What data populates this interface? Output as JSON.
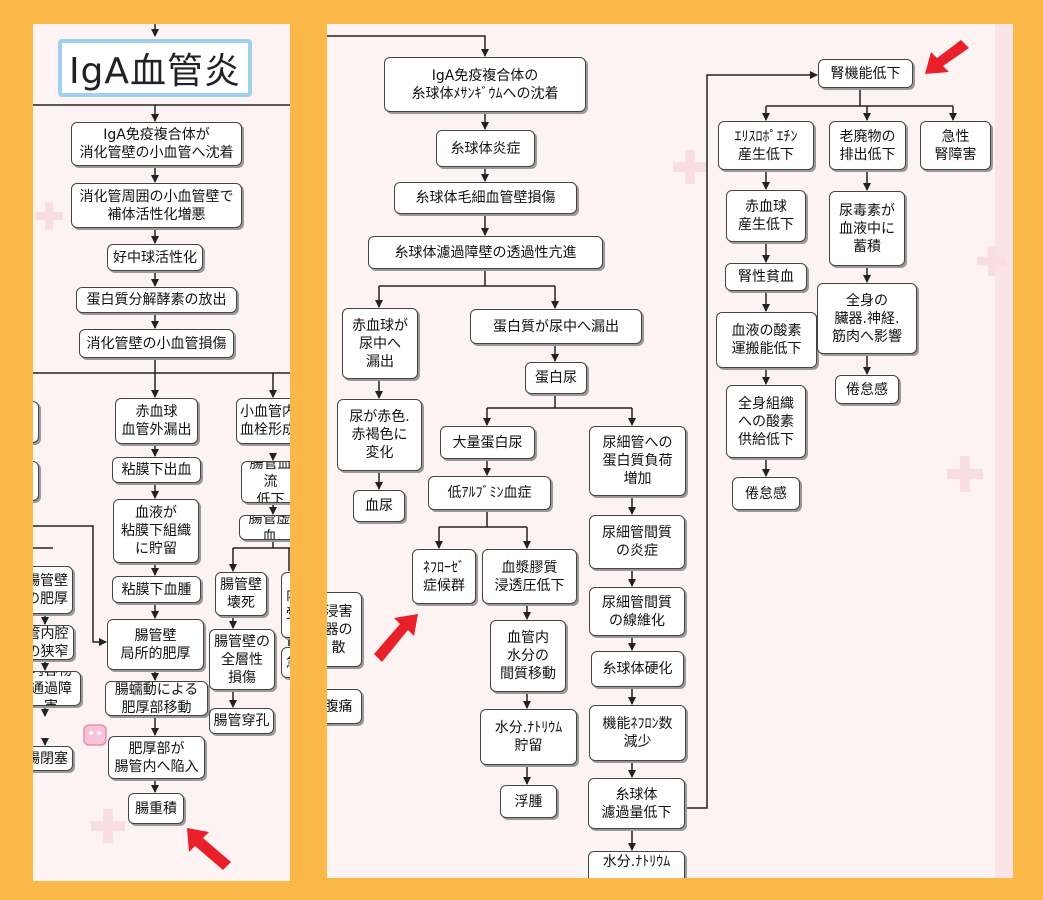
{
  "left": {
    "title": "IgA血管炎",
    "n1": "IgA免疫複合体が\n消化管壁の小血管へ沈着",
    "n2": "消化管周囲の小血管壁で\n補体活性化増悪",
    "n3": "好中球活性化",
    "n4": "蛋白質分解酵素の放出",
    "n5": "消化管壁の小血管損傷",
    "n6": "赤血球\n血管外漏出",
    "n7": "粘膜下出血",
    "n8": "血液が\n粘膜下組織\nに貯留",
    "n9": "粘膜下血腫",
    "n10": "腸管壁\n局所的肥厚",
    "n11": "腸蠕動による\n肥厚部移動",
    "n12": "肥厚部が\n腸管内へ陥入",
    "n13": "腸重積",
    "n14": "小血管内\n血栓形成",
    "n15": "腸管血流\n低下",
    "n16": "腸管虚血",
    "n17": "腸管壁\n壊死",
    "n18": "腸管壁の\n全層性\n損傷",
    "n19": "腸管穿孔",
    "n20": "内\n受",
    "n21": "急",
    "n22": "腸管壁\nの肥厚",
    "n23": "管内腔\nの狭窄",
    "n24": "内容物\n通過障害",
    "n25": "腸閉塞"
  },
  "right": {
    "r1": "IgA免疫複合体の\n糸球体ﾒｻﾝｷﾞｳﾑへの沈着",
    "r2": "糸球体炎症",
    "r3": "糸球体毛細血管壁損傷",
    "r4": "糸球体濾過障壁の透過性亢進",
    "r5": "赤血球が\n尿中へ\n漏出",
    "r6": "尿が赤色.\n赤褐色に\n変化",
    "r7": "血尿",
    "r8": "蛋白質が尿中へ漏出",
    "r9": "蛋白尿",
    "r10": "大量蛋白尿",
    "r11": "低ｱﾙﾌﾞﾐﾝ血症",
    "r12": "ﾈﾌﾛｰｾﾞ\n症候群",
    "r13": "血漿膠質\n浸透圧低下",
    "r14": "血管内\n水分の\n間質移動",
    "r15": "水分.ﾅﾄﾘｳﾑ\n貯留",
    "r16": "浮腫",
    "r17": "尿細管への\n蛋白質負荷\n増加",
    "r18": "尿細管間質\nの炎症",
    "r19": "尿細管間質\nの線維化",
    "r20": "糸球体硬化",
    "r21": "機能ﾈﾌﾛﾝ数\n減少",
    "r22": "糸球体\n濾過量低下",
    "r23": "水分.ﾅﾄﾘｳﾑ",
    "r24": "腎機能低下",
    "r25": "ｴﾘｽﾛﾎﾟｴﾁﾝ\n産生低下",
    "r26": "赤血球\n産生低下",
    "r27": "腎性貧血",
    "r28": "血液の酸素\n運搬能低下",
    "r29": "全身組織\nへの酸素\n供給低下",
    "r30": "倦怠感",
    "r31": "老廃物の\n排出低下",
    "r32": "尿毒素が\n血液中に\n蓄積",
    "r33": "全身の\n臟器.神経.\n筋肉へ影響",
    "r34": "倦怠感",
    "r35": "急性\n腎障害",
    "r36": "浸害\n器の\n散",
    "r37": "腹痛"
  },
  "colors": {
    "background": "#fbb848",
    "panel": "#fdf3f3",
    "title_border": "#9fd0ec",
    "arrow_red": "#e8202a"
  }
}
